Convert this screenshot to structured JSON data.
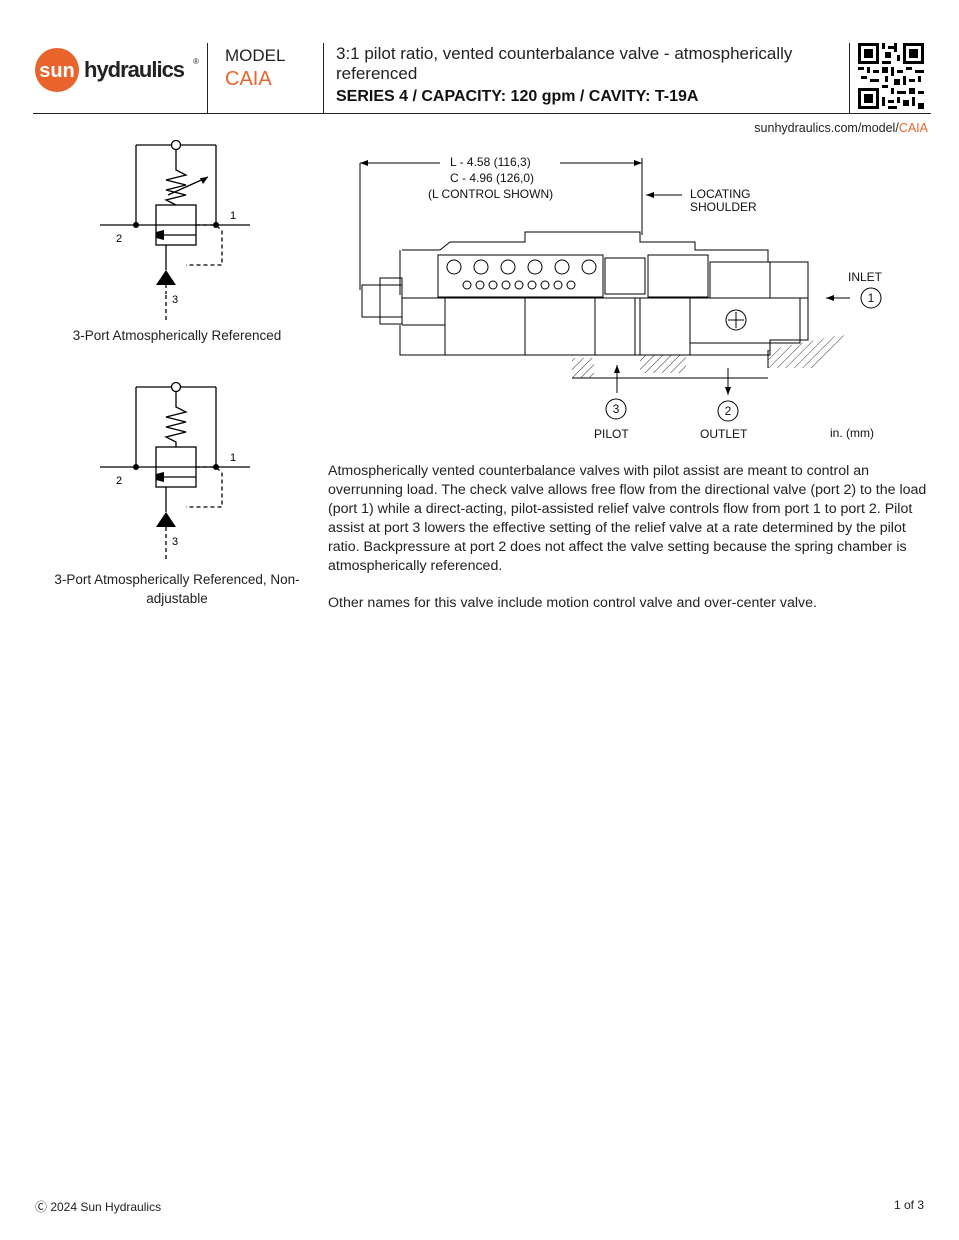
{
  "brand": {
    "name_short": "sun",
    "name_rest": "hydraulics",
    "registered": "®",
    "accent_color": "#e8642c"
  },
  "header": {
    "model_label": "MODEL",
    "model_code": "CAIA",
    "title": "3:1 pilot ratio, vented counterbalance valve - atmospherically referenced",
    "subtitle": "SERIES 4 / CAPACITY: 120 gpm / CAVITY: T-19A",
    "qr_icon": "qr-code-icon"
  },
  "url": {
    "base": "sunhydraulics.com/model/",
    "model": "CAIA"
  },
  "symbols": [
    {
      "caption": "3-Port Atmospherically Referenced",
      "port_labels": [
        "2",
        "1",
        "3"
      ]
    },
    {
      "caption": "3-Port Atmospherically Referenced, Non-adjustable",
      "port_labels": [
        "2",
        "1",
        "3"
      ]
    }
  ],
  "drawing": {
    "dim_l": "L - 4.58 (116,3)",
    "dim_c": "C - 4.96 (126,0)",
    "dim_note": "(L CONTROL SHOWN)",
    "locating_1": "LOCATING",
    "locating_2": "SHOULDER",
    "inlet": "INLET",
    "inlet_port": "1",
    "pilot": "PILOT",
    "pilot_port": "3",
    "outlet": "OUTLET",
    "outlet_port": "2",
    "units": "in. (mm)"
  },
  "description": {
    "p1": "Atmospherically vented counterbalance valves with pilot assist are meant to control an overrunning load. The check valve allows free flow from the directional valve (port 2) to the load (port 1) while a direct-acting, pilot-assisted relief valve controls flow from port 1 to port 2. Pilot assist at port 3 lowers the effective setting of the relief valve at a rate determined by the pilot ratio. Backpressure at port 2 does not affect the valve setting because the spring chamber is atmospherically referenced.",
    "p2": "Other names for this valve include motion control valve and over-center valve."
  },
  "footer": {
    "copyright": "Ⓒ 2024 Sun Hydraulics",
    "page": "1 of 3"
  }
}
